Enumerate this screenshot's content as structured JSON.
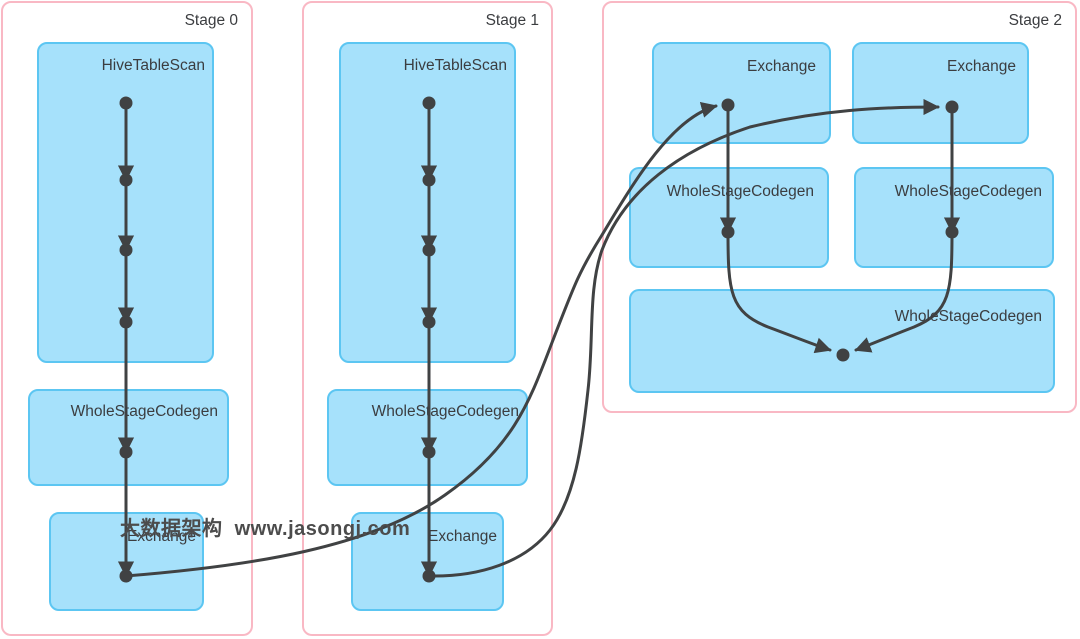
{
  "diagram": {
    "stages": [
      {
        "label": "Stage 0",
        "nodes": [
          {
            "label": "HiveTableScan"
          },
          {
            "label": "WholeStageCodegen"
          },
          {
            "label": "Exchange"
          }
        ]
      },
      {
        "label": "Stage 1",
        "nodes": [
          {
            "label": "HiveTableScan"
          },
          {
            "label": "WholeStageCodegen"
          },
          {
            "label": "Exchange"
          }
        ]
      },
      {
        "label": "Stage 2",
        "nodes": [
          {
            "label": "Exchange"
          },
          {
            "label": "Exchange"
          },
          {
            "label": "WholeStageCodegen"
          },
          {
            "label": "WholeStageCodegen"
          },
          {
            "label": "WholeStageCodegen"
          }
        ]
      }
    ],
    "edges": [
      {
        "from": "stage0.exchange",
        "to": "stage2.exchange-left"
      },
      {
        "from": "stage1.exchange",
        "to": "stage2.exchange-right"
      },
      {
        "from": "stage2.exchange-left",
        "to": "stage2.wholestagecodegen-left"
      },
      {
        "from": "stage2.exchange-right",
        "to": "stage2.wholestagecodegen-right"
      },
      {
        "from": "stage2.wholestagecodegen-left",
        "to": "stage2.wholestagecodegen-bottom"
      },
      {
        "from": "stage2.wholestagecodegen-right",
        "to": "stage2.wholestagecodegen-bottom"
      }
    ],
    "watermark": {
      "text": "大数据架构  www.jasongj.com"
    },
    "colors": {
      "stage_border": "#f9b8c4",
      "node_fill": "#a6e1fb",
      "node_border": "#5cc6f2",
      "edge": "#404243",
      "label": "#3b3d40",
      "watermark": "#4c4c4c",
      "background": "#ffffff"
    }
  }
}
